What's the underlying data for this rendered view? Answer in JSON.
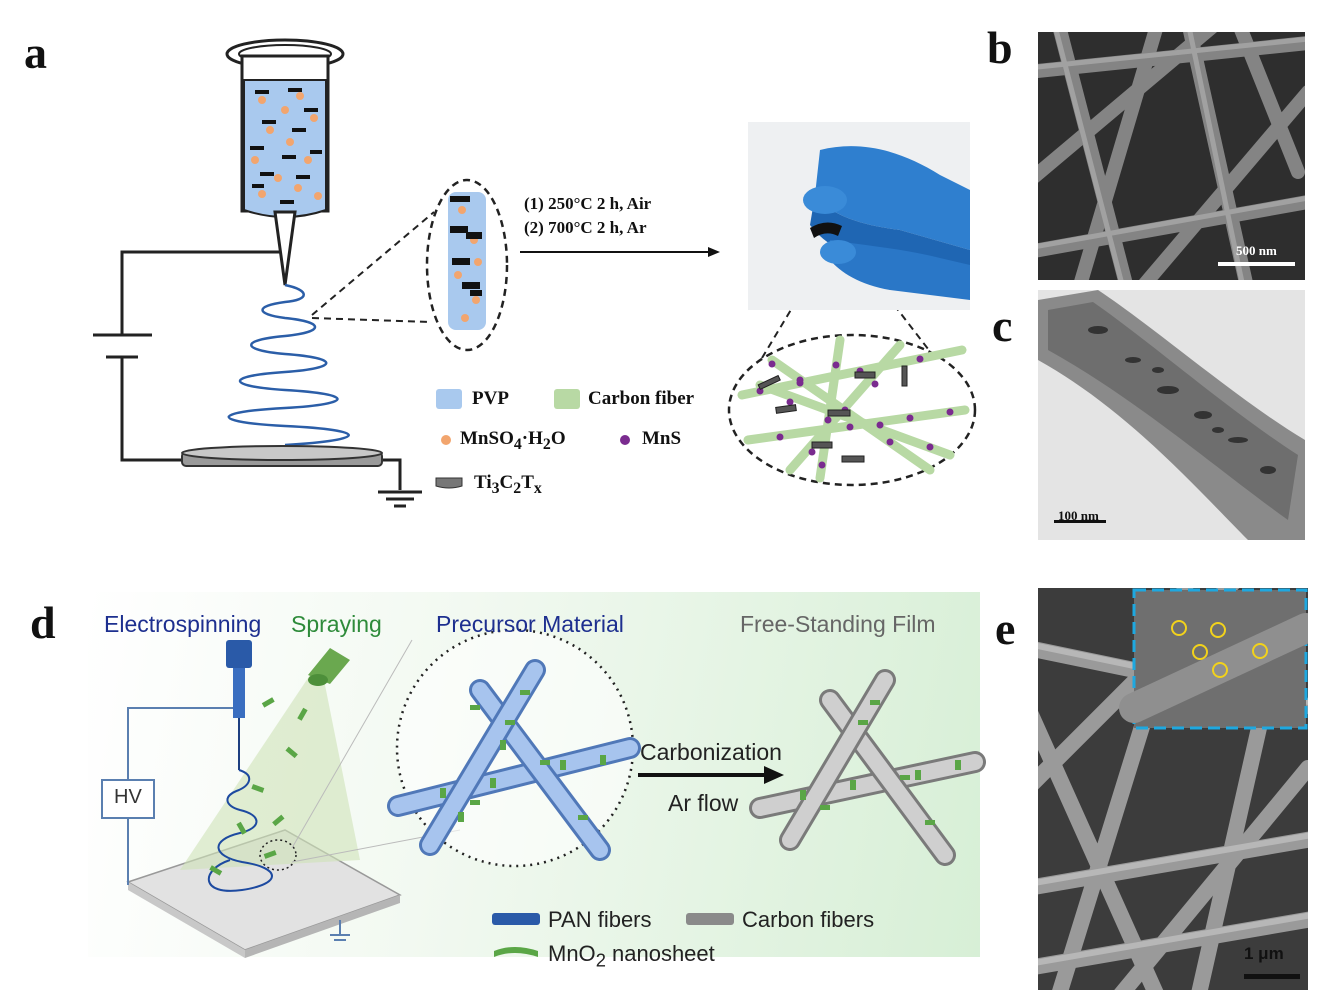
{
  "panels": {
    "a": {
      "letter": "a",
      "steps": [
        "(1)  250°C 2 h, Air",
        "(2)  700°C 2 h, Ar"
      ],
      "legend": {
        "pvp": "PVP",
        "carbon_fiber": "Carbon fiber",
        "mnso4_html": "MnSO<sub>4</sub>·H<sub>2</sub>O",
        "mns": "MnS",
        "ti3c2tx_html": "Ti<sub>3</sub>C<sub>2</sub>T<sub>x</sub>"
      }
    },
    "b": {
      "letter": "b",
      "scale": "500 nm"
    },
    "c": {
      "letter": "c",
      "scale": "100 nm"
    },
    "d": {
      "letter": "d",
      "headers": {
        "electrospinning": "Electrospinning",
        "spraying": "Spraying",
        "precursor": "Precursor Material",
        "film": "Free-Standing Film"
      },
      "hv": "HV",
      "carbonization": "Carbonization",
      "ar_flow": "Ar flow",
      "legend": {
        "pan": "PAN fibers",
        "carbon": "Carbon fibers",
        "mno2_html": "MnO<sub>2</sub> nanosheet"
      },
      "colors": {
        "blue_head": "#1d2f8f",
        "green_head": "#2e8b3a",
        "gray_head": "#666666"
      }
    },
    "e": {
      "letter": "e",
      "scale": "1 μm"
    }
  }
}
